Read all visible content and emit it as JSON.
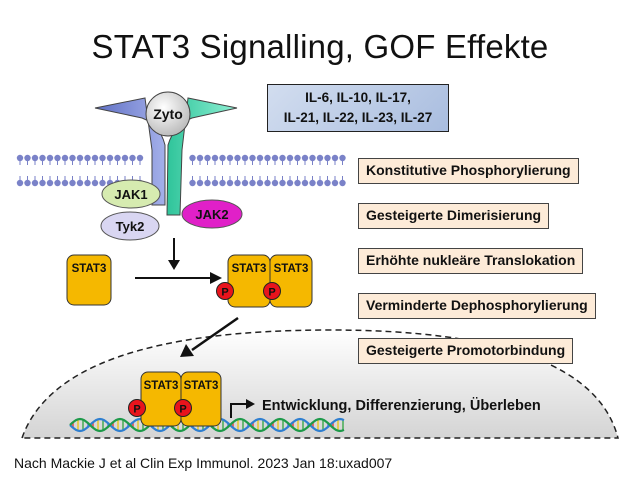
{
  "title": "STAT3 Signalling, GOF Effekte",
  "receptor": {
    "zyto_label": "Zyto",
    "jak1": "JAK1",
    "tyk2": "Tyk2",
    "jak2": "JAK2"
  },
  "cytokines": {
    "line1": "IL-6, IL-10, IL-17,",
    "line2": "IL-21, IL-22, IL-23, IL-27"
  },
  "stat_label": "STAT3",
  "phospho_label": "P",
  "effects": [
    "Konstitutive Phosphorylierung",
    "Gesteigerte Dimerisierung",
    "Erhöhte nukleäre Translokation",
    "Verminderte Dephosphorylierung",
    "Gesteigerte Promotorbindung"
  ],
  "outcome": "Entwicklung, Differenzierung, Überleben",
  "citation": "Nach Mackie J et al Clin Exp Immunol. 2023 Jan 18:uxad007",
  "colors": {
    "stat": "#f5b800",
    "phospho": "#e8141c",
    "receptor_left": "#7f8fd6",
    "receptor_right": "#4fd8b4",
    "jak1": "#d6ebb0",
    "tyk2": "#d9d6f2",
    "jak2": "#e020c8",
    "membrane": "#7a82c8",
    "effect_box": "#fdebd8"
  }
}
